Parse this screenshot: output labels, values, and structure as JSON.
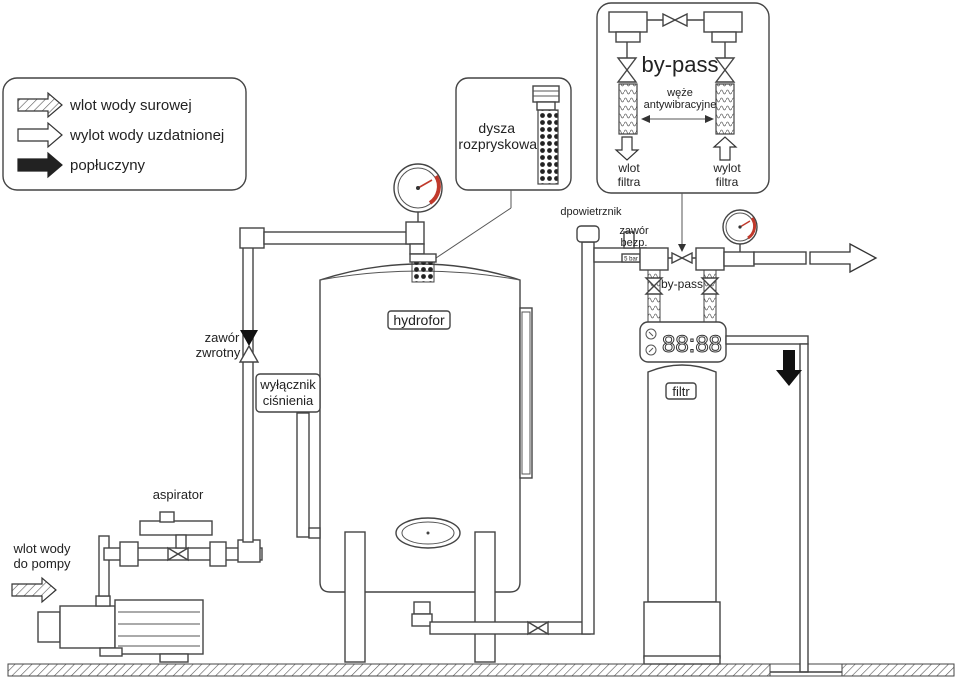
{
  "legend": {
    "raw_water_inlet": "wlot wody surowej",
    "treated_water_outlet": "wylot wody uzdatnionej",
    "backwash": "popłuczyny"
  },
  "nozzle_callout": {
    "line1": "dysza",
    "line2": "rozpryskowa"
  },
  "bypass_callout": {
    "title": "by-pass",
    "hoses_line1": "węże",
    "hoses_line2": "antywibracyjne",
    "filter_inlet_line1": "wlot",
    "filter_inlet_line2": "filtra",
    "filter_outlet_line1": "wylot",
    "filter_outlet_line2": "filtra"
  },
  "labels": {
    "check_valve_line1": "zawór",
    "check_valve_line2": "zwrotny",
    "pressure_switch_line1": "wyłącznik",
    "pressure_switch_line2": "ciśnienia",
    "hydrofor": "hydrofor",
    "aspirator": "aspirator",
    "pump_inlet_line1": "wlot wody",
    "pump_inlet_line2": "do pompy",
    "air_vent": "dpowietrznik",
    "safety_valve_line1": "zawór",
    "safety_valve_line2": "bezp.",
    "safety_valve_rating": "5 bar",
    "bypass_small": "by-pass",
    "filter": "filtr",
    "controller_display": "88:88"
  },
  "colors": {
    "line": "#444444",
    "gauge_needle": "#c0392b",
    "dots": "#222222"
  }
}
